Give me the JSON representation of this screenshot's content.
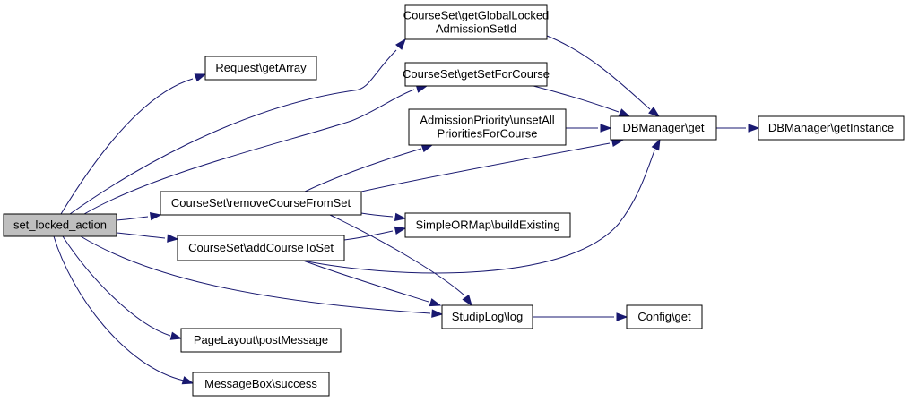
{
  "nodes": [
    {
      "id": "set_locked_action",
      "lines": [
        "set_locked_action"
      ],
      "root": true
    },
    {
      "id": "request_getarray",
      "lines": [
        "Request\\getArray"
      ]
    },
    {
      "id": "courseset_getgloballocked",
      "lines": [
        "CourseSet\\getGlobalLocked",
        "AdmissionSetId"
      ]
    },
    {
      "id": "courseset_getsetforcourse",
      "lines": [
        "CourseSet\\getSetForCourse"
      ]
    },
    {
      "id": "admissionpriority_unsetall",
      "lines": [
        "AdmissionPriority\\unsetAll",
        "PrioritiesForCourse"
      ]
    },
    {
      "id": "courseset_removecoursefromset",
      "lines": [
        "CourseSet\\removeCourseFromSet"
      ]
    },
    {
      "id": "courseset_addcoursetoset",
      "lines": [
        "CourseSet\\addCourseToSet"
      ]
    },
    {
      "id": "simpleormap_buildexisting",
      "lines": [
        "SimpleORMap\\buildExisting"
      ]
    },
    {
      "id": "dbmanager_get",
      "lines": [
        "DBManager\\get"
      ]
    },
    {
      "id": "dbmanager_getinstance",
      "lines": [
        "DBManager\\getInstance"
      ]
    },
    {
      "id": "studiplog_log",
      "lines": [
        "StudipLog\\log"
      ]
    },
    {
      "id": "config_get",
      "lines": [
        "Config\\get"
      ]
    },
    {
      "id": "pagelayout_postmessage",
      "lines": [
        "PageLayout\\postMessage"
      ]
    },
    {
      "id": "messagebox_success",
      "lines": [
        "MessageBox\\success"
      ]
    }
  ],
  "edges": [
    {
      "from": "set_locked_action",
      "to": "request_getarray"
    },
    {
      "from": "set_locked_action",
      "to": "courseset_getgloballocked"
    },
    {
      "from": "set_locked_action",
      "to": "courseset_getsetforcourse"
    },
    {
      "from": "set_locked_action",
      "to": "courseset_removecoursefromset"
    },
    {
      "from": "set_locked_action",
      "to": "courseset_addcoursetoset"
    },
    {
      "from": "set_locked_action",
      "to": "studiplog_log"
    },
    {
      "from": "set_locked_action",
      "to": "pagelayout_postmessage"
    },
    {
      "from": "set_locked_action",
      "to": "messagebox_success"
    },
    {
      "from": "courseset_getgloballocked",
      "to": "dbmanager_get"
    },
    {
      "from": "courseset_getsetforcourse",
      "to": "dbmanager_get"
    },
    {
      "from": "admissionpriority_unsetall",
      "to": "dbmanager_get"
    },
    {
      "from": "courseset_removecoursefromset",
      "to": "admissionpriority_unsetall"
    },
    {
      "from": "courseset_removecoursefromset",
      "to": "dbmanager_get"
    },
    {
      "from": "courseset_removecoursefromset",
      "to": "simpleormap_buildexisting"
    },
    {
      "from": "courseset_removecoursefromset",
      "to": "studiplog_log"
    },
    {
      "from": "courseset_addcoursetoset",
      "to": "simpleormap_buildexisting"
    },
    {
      "from": "courseset_addcoursetoset",
      "to": "dbmanager_get"
    },
    {
      "from": "courseset_addcoursetoset",
      "to": "studiplog_log"
    },
    {
      "from": "dbmanager_get",
      "to": "dbmanager_getinstance"
    },
    {
      "from": "studiplog_log",
      "to": "config_get"
    }
  ],
  "colors": {
    "edge": "#191970",
    "node_border": "#000000",
    "node_fill": "#ffffff",
    "root_fill": "#bfbfbf"
  }
}
